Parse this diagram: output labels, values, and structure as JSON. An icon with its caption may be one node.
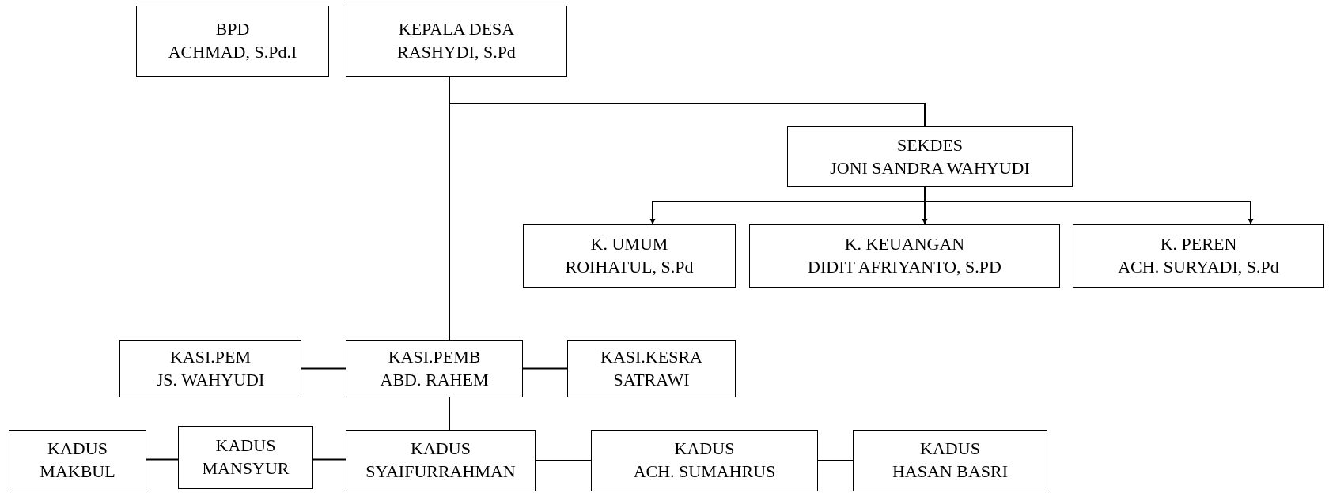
{
  "diagram": {
    "nodes": [
      {
        "text": [
          "BPD",
          "ACHMAD, S.Pd.I"
        ]
      },
      {
        "text": [
          "KEPALA DESA",
          "RASHYDI, S.Pd"
        ]
      },
      {
        "text": [
          "SEKDES",
          "JONI SANDRA WAHYUDI"
        ]
      },
      {
        "text": [
          "K. UMUM",
          "ROIHATUL, S.Pd"
        ]
      },
      {
        "text": [
          "K. KEUANGAN",
          "DIDIT AFRIYANTO, S.PD"
        ]
      },
      {
        "text": [
          "K. PEREN",
          "ACH. SURYADI, S.Pd"
        ]
      },
      {
        "text": [
          "KASI.PEM",
          "JS. WAHYUDI"
        ]
      },
      {
        "text": [
          "KASI.PEMB",
          "ABD. RAHEM"
        ]
      },
      {
        "text": [
          "KASI.KESRA",
          "SATRAWI"
        ]
      },
      {
        "text": [
          "KADUS",
          "MAKBUL"
        ]
      },
      {
        "text": [
          "KADUS",
          "MANSYUR"
        ]
      },
      {
        "text": [
          "KADUS",
          "SYAIFURRAHMAN"
        ]
      },
      {
        "text": [
          "KADUS",
          "ACH. SUMAHRUS"
        ]
      },
      {
        "text": [
          "KADUS",
          "HASAN BASRI"
        ]
      }
    ],
    "edges": [
      {
        "from": 1,
        "to": 2,
        "arrow": "none"
      },
      {
        "from": 1,
        "to": 7,
        "arrow": "none"
      },
      {
        "from": 2,
        "to": 3,
        "arrow": "to"
      },
      {
        "from": 2,
        "to": 4,
        "arrow": "to"
      },
      {
        "from": 2,
        "to": 5,
        "arrow": "to"
      },
      {
        "from": 7,
        "to": 6,
        "arrow": "none"
      },
      {
        "from": 7,
        "to": 8,
        "arrow": "none"
      },
      {
        "from": 7,
        "to": 11,
        "arrow": "none"
      },
      {
        "from": 11,
        "to": 10,
        "arrow": "none"
      },
      {
        "from": 10,
        "to": 9,
        "arrow": "none"
      },
      {
        "from": 11,
        "to": 12,
        "arrow": "none"
      },
      {
        "from": 12,
        "to": 13,
        "arrow": "none"
      }
    ]
  }
}
